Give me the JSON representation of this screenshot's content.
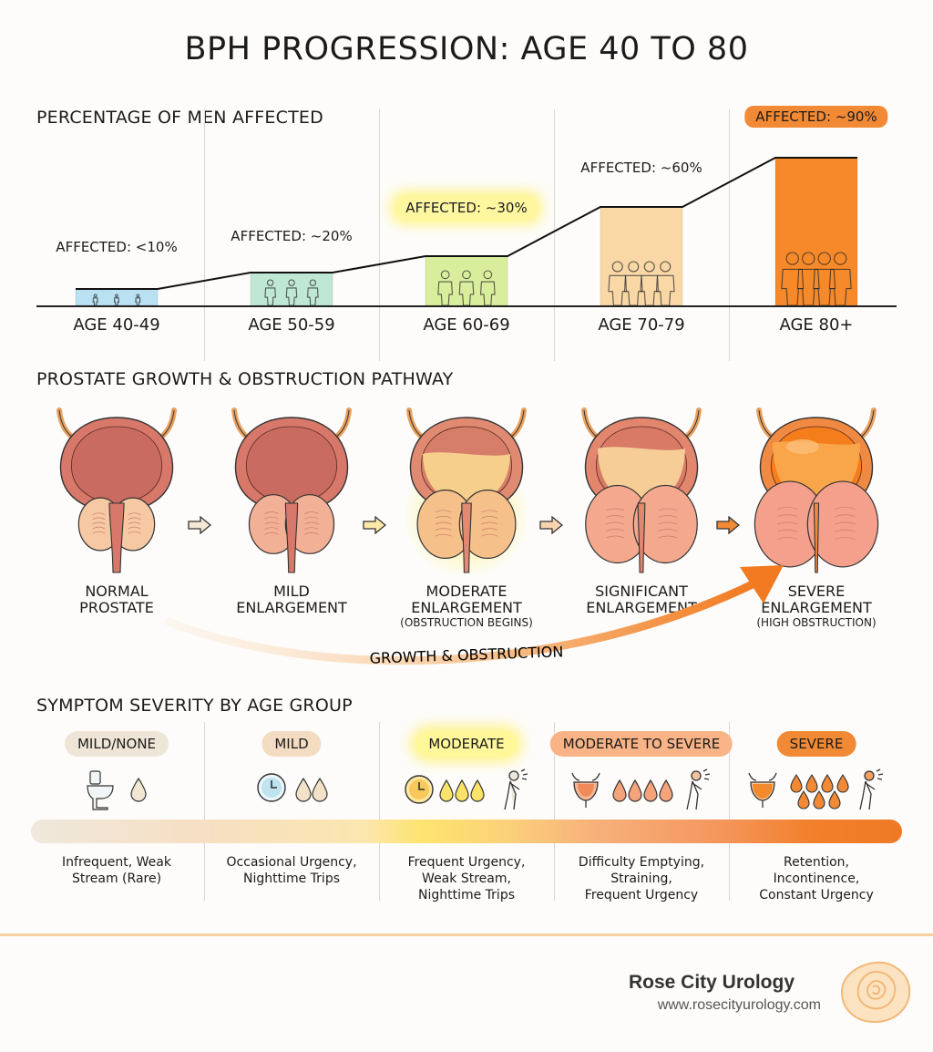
{
  "title": "BPH PROGRESSION: AGE 40 TO 80",
  "sections": {
    "affected": "PERCENTAGE OF MEN AFFECTED",
    "pathway": "PROSTATE GROWTH & OBSTRUCTION PATHWAY",
    "symptoms": "SYMPTOM SEVERITY BY AGE GROUP"
  },
  "chart_data": {
    "type": "bar",
    "categories": [
      "AGE 40-49",
      "AGE 50-59",
      "AGE 60-69",
      "AGE 70-79",
      "AGE 80+"
    ],
    "values": [
      10,
      20,
      30,
      60,
      90
    ],
    "data_labels": [
      "AFFECTED: <10%",
      "AFFECTED: ~20%",
      "AFFECTED: ~30%",
      "AFFECTED: ~60%",
      "AFFECTED: ~90%"
    ],
    "colors": [
      "#b9e1f2",
      "#bfe8d4",
      "#d9ee9c",
      "#f9d8a6",
      "#f6892a"
    ],
    "ylim": [
      0,
      100
    ],
    "trend_line": true
  },
  "stages": [
    {
      "line1": "NORMAL",
      "line2": "PROSTATE",
      "sub": ""
    },
    {
      "line1": "MILD",
      "line2": "ENLARGEMENT",
      "sub": ""
    },
    {
      "line1": "MODERATE",
      "line2": "ENLARGEMENT",
      "sub": "(OBSTRUCTION BEGINS)"
    },
    {
      "line1": "SIGNIFICANT",
      "line2": "ENLARGEMENT",
      "sub": ""
    },
    {
      "line1": "SEVERE",
      "line2": "ENLARGEMENT",
      "sub": "(HIGH OBSTRUCTION)"
    }
  ],
  "growth_arrow_label": "GROWTH & OBSTRUCTION",
  "severity": [
    {
      "label": "MILD/NONE",
      "desc1": "Infrequent, Weak",
      "desc2": "Stream (Rare)",
      "desc3": "",
      "icons": [
        "toilet-icon"
      ],
      "drops": 1
    },
    {
      "label": "MILD",
      "desc1": "Occasional Urgency,",
      "desc2": "Nighttime Trips",
      "desc3": "",
      "icons": [
        "clock-icon"
      ],
      "drops": 2
    },
    {
      "label": "MODERATE",
      "desc1": "Frequent Urgency,",
      "desc2": "Weak Stream,",
      "desc3": "Nighttime Trips",
      "icons": [
        "clock-icon",
        "person-icon"
      ],
      "drops": 3
    },
    {
      "label": "MODERATE TO SEVERE",
      "desc1": "Difficulty Emptying,",
      "desc2": "Straining,",
      "desc3": "Frequent Urgency",
      "icons": [
        "bladder-icon",
        "person-icon"
      ],
      "drops": 4
    },
    {
      "label": "SEVERE",
      "desc1": "Retention,",
      "desc2": "Incontinence,",
      "desc3": "Constant Urgency",
      "icons": [
        "bladder-icon",
        "person-icon"
      ],
      "drops": 7
    }
  ],
  "brand": {
    "name": "Rose City Urology",
    "url": "www.rosecityurology.com"
  }
}
